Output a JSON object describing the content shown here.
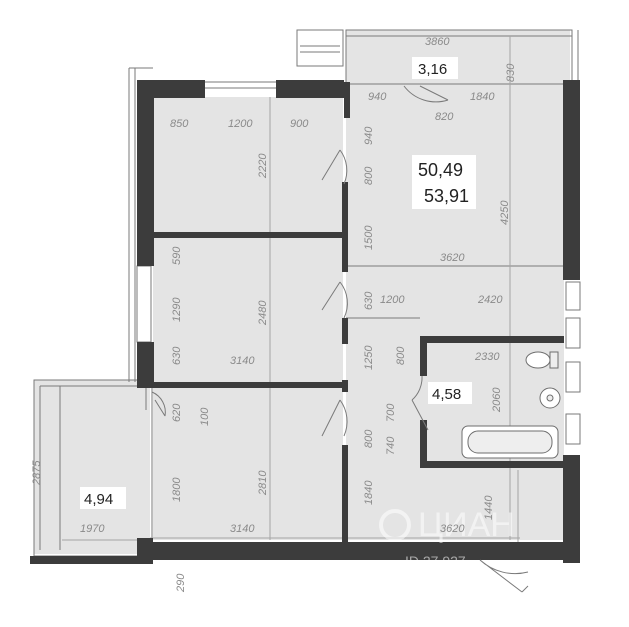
{
  "areas": {
    "living": "50,49",
    "total": "53,91",
    "loggia_top": "3,16",
    "bathroom": "4,58",
    "balcony": "4,94"
  },
  "dims": {
    "d3860": "3860",
    "d830": "830",
    "d940a": "940",
    "d1840a": "1840",
    "d820": "820",
    "d850": "850",
    "d1200a": "1200",
    "d900": "900",
    "d940b": "940",
    "d2220": "2220",
    "d800a": "800",
    "d1500": "1500",
    "d4250": "4250",
    "d3620a": "3620",
    "d590": "590",
    "d1290": "1290",
    "d2480": "2480",
    "d630a": "630",
    "d1200b": "1200",
    "d2420": "2420",
    "d630b": "630",
    "d3140a": "3140",
    "d1250": "1250",
    "d800b": "800",
    "d2330": "2330",
    "d2060": "2060",
    "d620": "620",
    "d100": "100",
    "d700": "700",
    "d2875": "2875",
    "d1800": "1800",
    "d2810": "2810",
    "d800c": "800",
    "d740": "740",
    "d1970": "1970",
    "d3140b": "3140",
    "d1840b": "1840",
    "d3620b": "3620",
    "d1440": "1440",
    "d290": "290"
  },
  "watermark": {
    "brand": "ЦИАН",
    "id": "ID 27  927"
  },
  "colors": {
    "room_fill": "#e4e4e4",
    "wall": "#3c3c3c",
    "line": "#6e6e6e",
    "dim_text": "#8a8a8a"
  }
}
